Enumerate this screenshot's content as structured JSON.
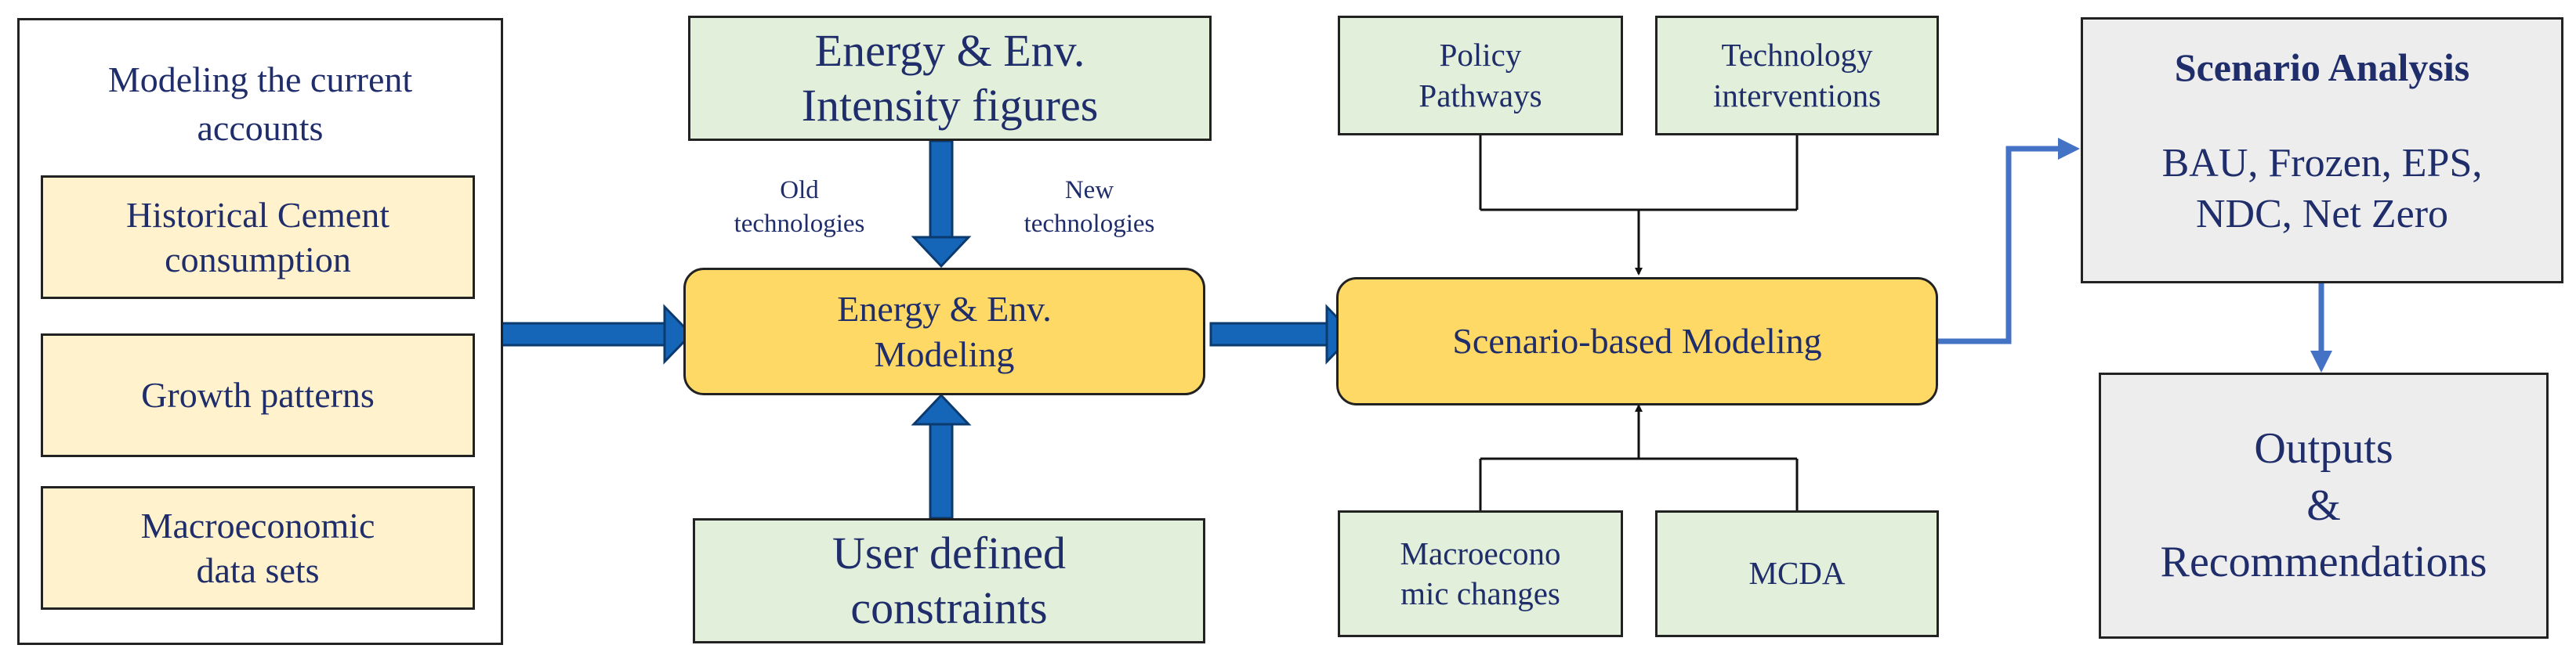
{
  "current_accounts": {
    "title_line1": "Modeling the current",
    "title_line2": "accounts",
    "items": [
      {
        "line1": "Historical Cement",
        "line2": "consumption"
      },
      {
        "line1": "Growth patterns",
        "line2": ""
      },
      {
        "line1": "Macroeconomic",
        "line2": "data sets"
      }
    ]
  },
  "intensity": {
    "line1": "Energy  & Env.",
    "line2": "Intensity figures"
  },
  "tech_labels": {
    "old_line1": "Old",
    "old_line2": "technologies",
    "new_line1": "New",
    "new_line2": "technologies"
  },
  "energy_model": {
    "line1": "Energy & Env.",
    "line2": "Modeling"
  },
  "constraints": {
    "line1": "User defined",
    "line2": "constraints"
  },
  "policy": {
    "line1": "Policy",
    "line2": "Pathways"
  },
  "technology": {
    "line1": "Technology",
    "line2": "interventions"
  },
  "scenario_model": {
    "label": "Scenario-based Modeling"
  },
  "macro_changes": {
    "line1": "Macroecono",
    "line2": "mic changes"
  },
  "mcda": {
    "label": "MCDA"
  },
  "scenario_analysis": {
    "title": "Scenario Analysis",
    "line1": "BAU, Frozen, EPS,",
    "line2": "NDC, Net Zero"
  },
  "outputs": {
    "line1": "Outputs",
    "line2": "&",
    "line3": "Recommendations"
  },
  "colors": {
    "green_fill": "#e2efda",
    "cream_fill": "#fff2cc",
    "gold_fill": "#ffd966",
    "grey_fill": "#ededed",
    "dark_arrow": "#1565b8",
    "light_arrow": "#4472c4",
    "text": "#1f2d6b"
  }
}
